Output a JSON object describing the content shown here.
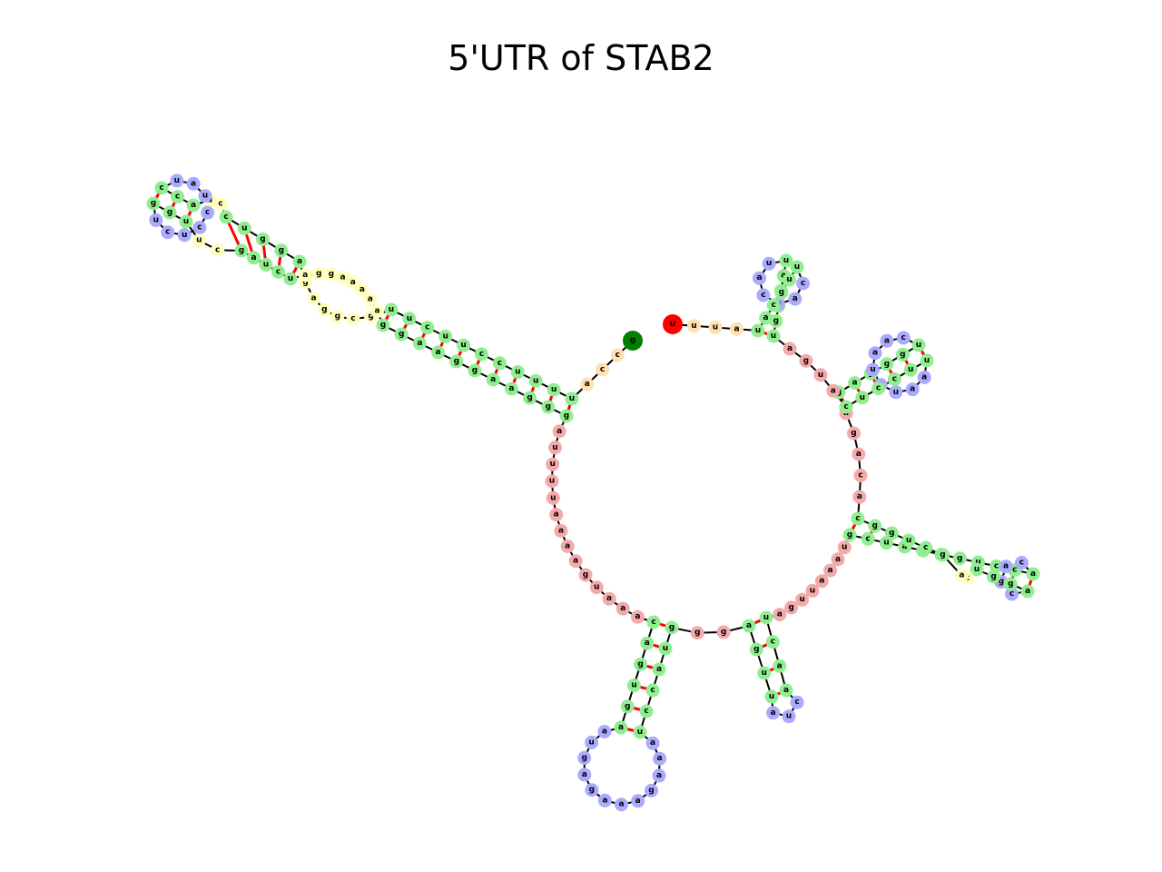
{
  "title": "5'UTR of STAB2",
  "colors": {
    "stem": "#90ee90",
    "hairpin_loop": "#aaaaff",
    "interior_loop": "#ffffbb",
    "multiloop": "#f4aaaa",
    "exterior": "#ffe0b0",
    "five_prime_end": "#008000",
    "three_prime_end": "#ff0000",
    "backbone": "#000000",
    "base_pair": "#ff0000"
  },
  "rna": {
    "five_prime_base": "g",
    "three_prime_base": "u",
    "segments": [
      {
        "type": "exterior",
        "bases": [
          "c",
          "c",
          "a"
        ]
      },
      {
        "type": "stem",
        "bases": [
          "u",
          "u",
          "u",
          "u",
          "c",
          "c",
          "u",
          "u",
          "c",
          "u",
          "u"
        ]
      },
      {
        "type": "interior_loop",
        "bases": [
          "g",
          "c",
          "g",
          "g",
          "a",
          "g"
        ]
      },
      {
        "type": "stem",
        "bases": [
          "a",
          "g",
          "g",
          "u",
          "c"
        ]
      },
      {
        "type": "interior_loop",
        "bases": [
          "c",
          "u"
        ]
      },
      {
        "type": "stem",
        "bases": [
          "a",
          "c",
          "c"
        ]
      },
      {
        "type": "hairpin_loop",
        "bases": [
          "u",
          "a",
          "u",
          "c",
          "c",
          "u",
          "c",
          "u"
        ]
      },
      {
        "type": "stem",
        "bases": [
          "g",
          "g",
          "u"
        ]
      },
      {
        "type": "interior_loop",
        "bases": [
          "u",
          "c"
        ]
      },
      {
        "type": "stem",
        "bases": [
          "g",
          "a",
          "u",
          "c",
          "u"
        ]
      },
      {
        "type": "interior_loop",
        "bases": [
          "a",
          "g",
          "g",
          "a",
          "a",
          "a",
          "a",
          "a"
        ]
      },
      {
        "type": "stem",
        "bases": [
          "g",
          "g",
          "a",
          "a",
          "g",
          "g",
          "a",
          "a",
          "g",
          "g",
          "g"
        ]
      },
      {
        "type": "multiloop",
        "bases": [
          "a",
          "u",
          "u",
          "u",
          "u",
          "a",
          "a",
          "a",
          "a",
          "g",
          "u",
          "a",
          "a",
          "a"
        ]
      },
      {
        "type": "stem",
        "bases": [
          "c",
          "a",
          "g",
          "u",
          "g",
          "a"
        ]
      },
      {
        "type": "hairpin_loop",
        "bases": [
          "a",
          "u",
          "g",
          "a",
          "g",
          "a",
          "a",
          "a",
          "g",
          "a",
          "a",
          "a"
        ]
      },
      {
        "type": "stem",
        "bases": [
          "u",
          "c",
          "c",
          "a",
          "u",
          "g"
        ]
      },
      {
        "type": "multiloop",
        "bases": [
          "g",
          "g"
        ]
      },
      {
        "type": "stem",
        "bases": [
          "a",
          "g",
          "u",
          "u"
        ]
      },
      {
        "type": "hairpin_loop",
        "bases": [
          "a",
          "u",
          "c"
        ]
      },
      {
        "type": "stem",
        "bases": [
          "a",
          "a",
          "c",
          "u"
        ]
      },
      {
        "type": "multiloop",
        "bases": [
          "a",
          "g",
          "u",
          "u",
          "a",
          "a",
          "a",
          "u"
        ]
      },
      {
        "type": "stem",
        "bases": [
          "g",
          "c",
          "u",
          "a",
          "a",
          "g",
          "g",
          "u",
          "c",
          "c",
          "a"
        ]
      },
      {
        "type": "hairpin_loop",
        "bases": [
          "c",
          "a",
          "g",
          "c"
        ]
      },
      {
        "type": "stem",
        "bases": [
          "a",
          "g",
          "g",
          "u"
        ]
      },
      {
        "type": "interior_loop",
        "bases": [
          "c",
          "a"
        ]
      },
      {
        "type": "stem",
        "bases": [
          "g",
          "c",
          "u",
          "g",
          "g",
          "c"
        ]
      },
      {
        "type": "multiloop",
        "bases": [
          "a",
          "c",
          "a",
          "g",
          "a"
        ]
      },
      {
        "type": "stem",
        "bases": [
          "g",
          "a",
          "g",
          "g",
          "g",
          "u"
        ]
      },
      {
        "type": "hairpin_loop",
        "bases": [
          "c",
          "a",
          "a",
          "u",
          "a",
          "u",
          "a",
          "a"
        ]
      },
      {
        "type": "stem",
        "bases": [
          "u",
          "u",
          "c",
          "c",
          "u",
          "c"
        ]
      },
      {
        "type": "multiloop",
        "bases": [
          "a",
          "u",
          "g",
          "a"
        ]
      },
      {
        "type": "stem",
        "bases": [
          "u",
          "g",
          "g",
          "u",
          "a",
          "u"
        ]
      },
      {
        "type": "hairpin_loop",
        "bases": [
          "u",
          "a",
          "c",
          "a",
          "a",
          "c"
        ]
      },
      {
        "type": "stem",
        "bases": [
          "u",
          "u",
          "g",
          "c",
          "a",
          "u"
        ]
      },
      {
        "type": "exterior",
        "bases": [
          "a",
          "u",
          "u"
        ]
      }
    ]
  }
}
